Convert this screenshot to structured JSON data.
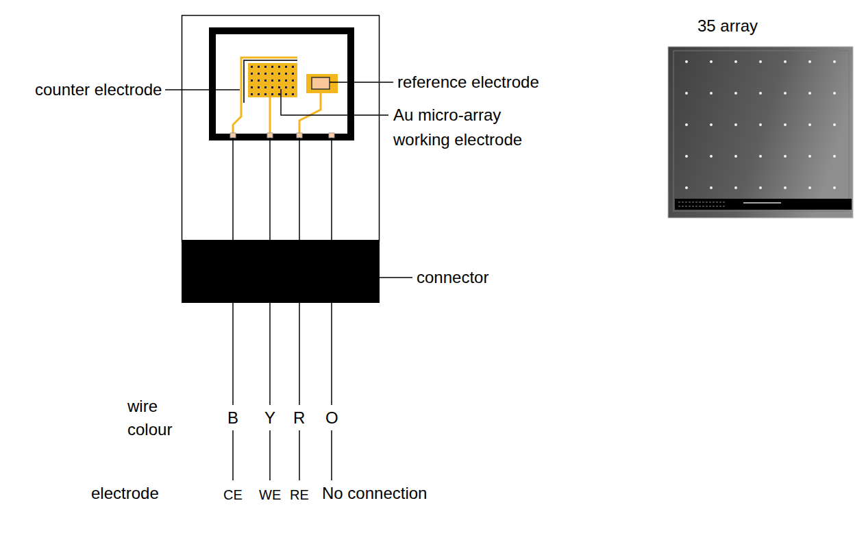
{
  "diagram": {
    "labels": [
      "counter electrode",
      "reference electrode",
      "Au micro-array working electrode",
      "35 array",
      "connector",
      "wire colour",
      "B",
      "Y",
      "R",
      "O",
      "electrode",
      "CE",
      "WE",
      "RE",
      "No connection"
    ]
  }
}
